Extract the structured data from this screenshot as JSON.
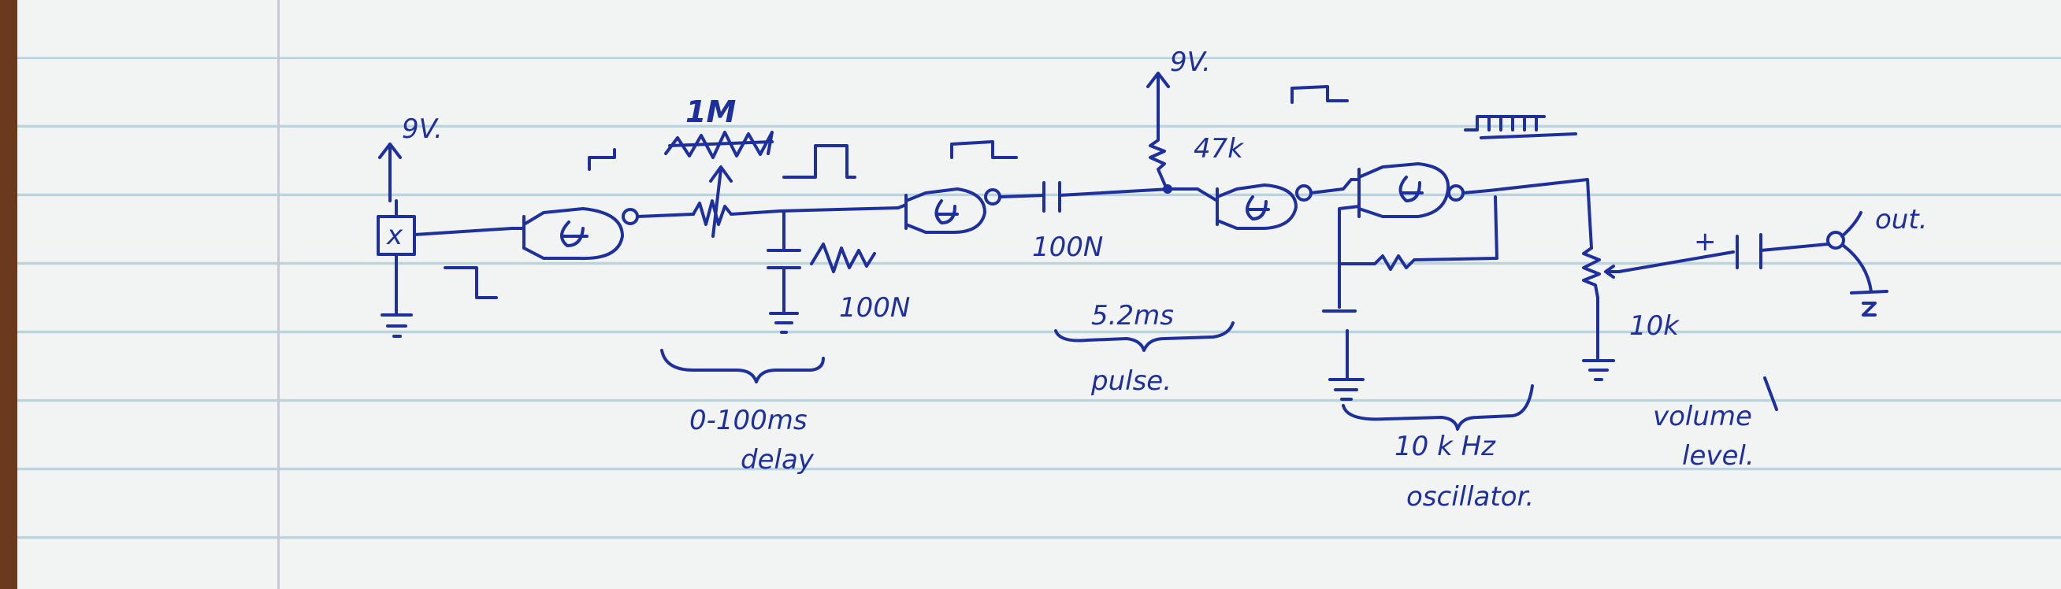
{
  "labels": {
    "supply_left": "9V.",
    "supply_right": "9V.",
    "pot_1m": "1M",
    "cap_delay": "100N",
    "cap_coupling": "100N",
    "res_pullup": "47k",
    "pot_volume": "10k",
    "output": "out.",
    "output_plus": "+",
    "switch_mark": "x"
  },
  "annotations": {
    "delay_line1": "0-100ms",
    "delay_line2": "delay",
    "pulse_line1": "5.2ms",
    "pulse_line2": "pulse.",
    "osc_line1": "10 k Hz",
    "osc_line2": "oscillator.",
    "vol_line1": "volume",
    "vol_line2": "level."
  },
  "colors": {
    "ink": "#1e2f9e",
    "paper": "#f2f4f4",
    "ruled_line": "#b9d4dd",
    "margin_line": "#c9c9d6",
    "desk": "#6b3a1e"
  }
}
